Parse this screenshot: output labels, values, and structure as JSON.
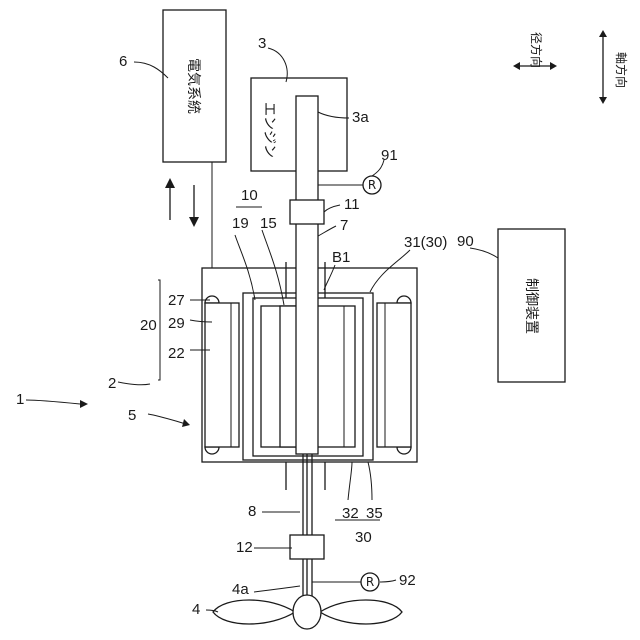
{
  "boxes": {
    "electrical_system": "電気系統",
    "engine": "エンジン",
    "control_device": "制御装置"
  },
  "sensors": {
    "sensor_91": "R",
    "sensor_92": "R"
  },
  "legend": {
    "radial": "径方向",
    "axial": "軸方向"
  },
  "labels": {
    "n1": "1",
    "n2": "2",
    "n3": "3",
    "n3a": "3a",
    "n4": "4",
    "n4a": "4a",
    "n5": "5",
    "n6": "6",
    "n7": "7",
    "n8": "8",
    "n10": "10",
    "n11": "11",
    "n12": "12",
    "n15": "15",
    "n19": "19",
    "n20": "20",
    "n22": "22",
    "n27": "27",
    "n29": "29",
    "n30": "30",
    "n31": "31(30)",
    "n32": "32",
    "n35": "35",
    "n90": "90",
    "n91": "91",
    "n92": "92",
    "nB1": "B1"
  }
}
